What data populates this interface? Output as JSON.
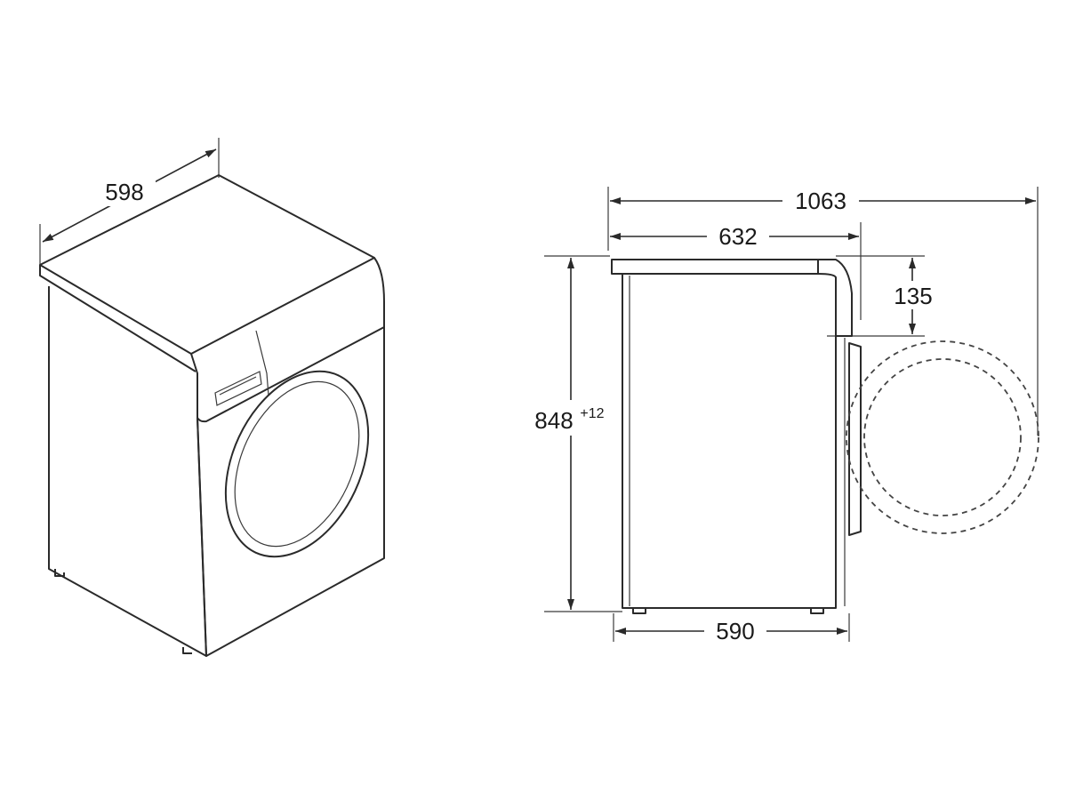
{
  "isometric_view": {
    "width_label": "598"
  },
  "side_view": {
    "depth_door_open_label": "1063",
    "depth_with_top_label": "632",
    "control_panel_height_label": "135",
    "height_label": "848",
    "height_tolerance_label": "+12",
    "body_depth_label": "590"
  },
  "colors": {
    "line": "#2a2a2a",
    "background": "#ffffff"
  }
}
